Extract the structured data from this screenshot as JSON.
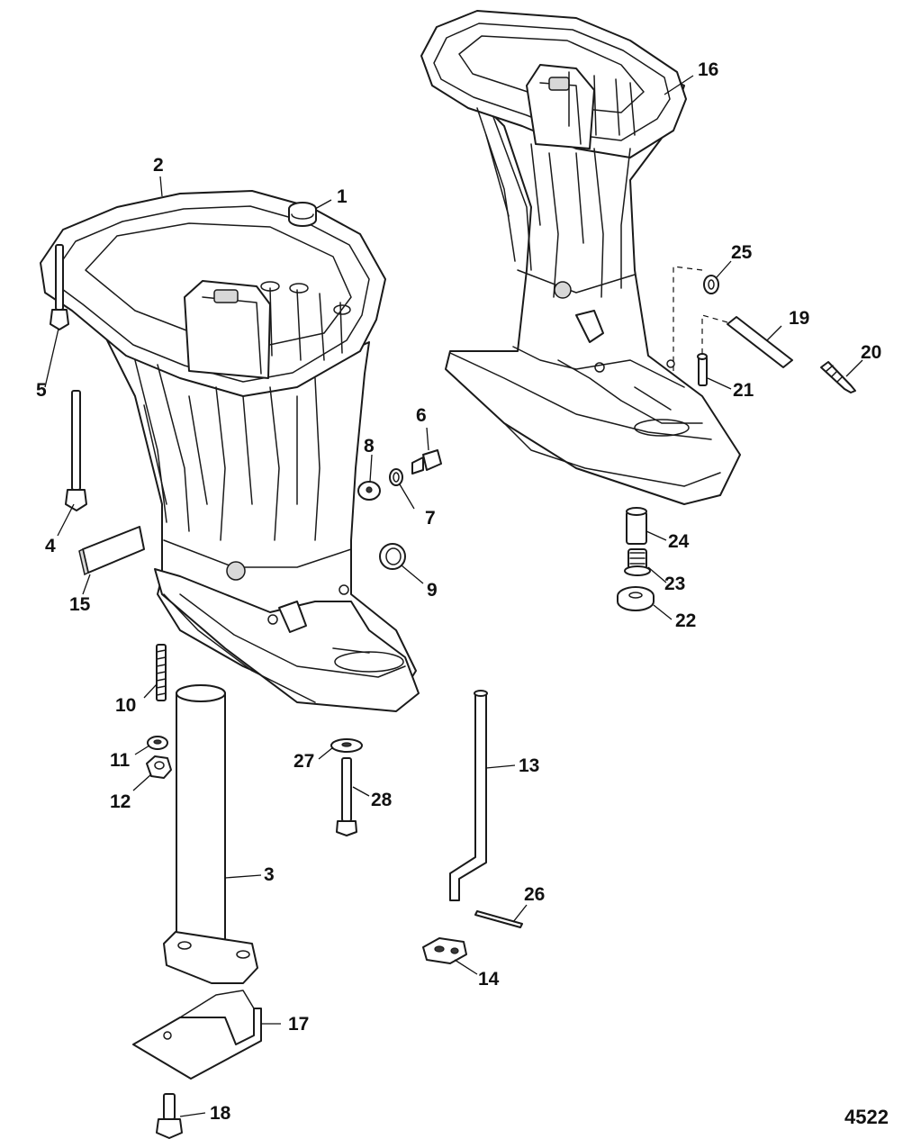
{
  "figure_number": "4522",
  "callouts": [
    {
      "id": "1",
      "label": "1"
    },
    {
      "id": "2",
      "label": "2"
    },
    {
      "id": "3",
      "label": "3"
    },
    {
      "id": "4",
      "label": "4"
    },
    {
      "id": "5",
      "label": "5"
    },
    {
      "id": "6",
      "label": "6"
    },
    {
      "id": "7",
      "label": "7"
    },
    {
      "id": "8",
      "label": "8"
    },
    {
      "id": "9",
      "label": "9"
    },
    {
      "id": "10",
      "label": "10"
    },
    {
      "id": "11",
      "label": "11"
    },
    {
      "id": "12",
      "label": "12"
    },
    {
      "id": "13",
      "label": "13"
    },
    {
      "id": "14",
      "label": "14"
    },
    {
      "id": "15",
      "label": "15"
    },
    {
      "id": "16",
      "label": "16"
    },
    {
      "id": "17",
      "label": "17"
    },
    {
      "id": "18",
      "label": "18"
    },
    {
      "id": "19",
      "label": "19"
    },
    {
      "id": "20",
      "label": "20"
    },
    {
      "id": "21",
      "label": "21"
    },
    {
      "id": "22",
      "label": "22"
    },
    {
      "id": "23",
      "label": "23"
    },
    {
      "id": "24",
      "label": "24"
    },
    {
      "id": "25",
      "label": "25"
    },
    {
      "id": "26",
      "label": "26"
    },
    {
      "id": "27",
      "label": "27"
    },
    {
      "id": "28",
      "label": "28"
    }
  ]
}
